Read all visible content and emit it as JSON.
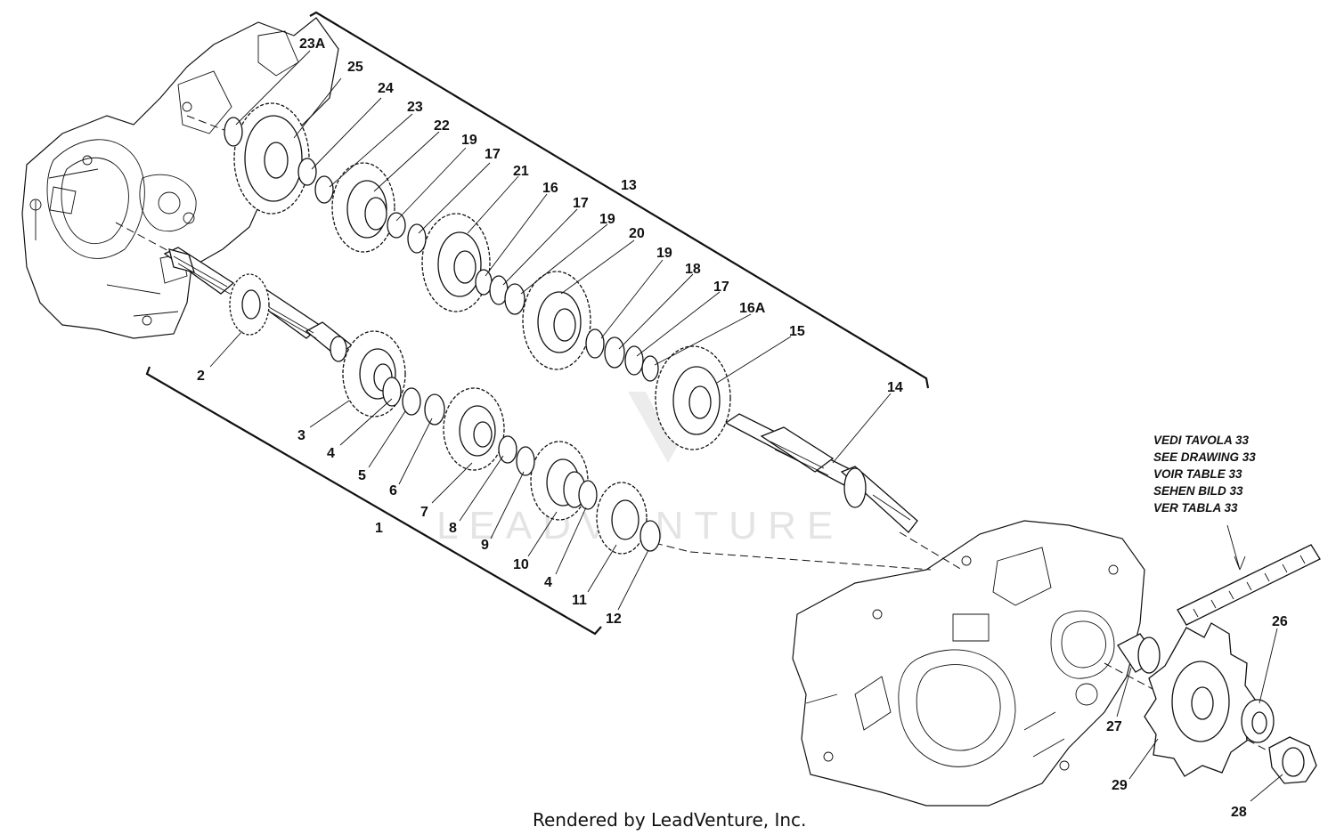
{
  "diagram": {
    "callouts": {
      "p23A": "23A",
      "p25": "25",
      "p24": "24",
      "p23": "23",
      "p22": "22",
      "p19a": "19",
      "p17a": "17",
      "p21": "21",
      "p16": "16",
      "p17b": "17",
      "p19b": "19",
      "p20": "20",
      "p13": "13",
      "p19c": "19",
      "p18": "18",
      "p17c": "17",
      "p16A": "16A",
      "p15": "15",
      "p14": "14",
      "p2": "2",
      "p3": "3",
      "p4a": "4",
      "p5": "5",
      "p6": "6",
      "p7": "7",
      "p8": "8",
      "p9": "9",
      "p10": "10",
      "p4b": "4",
      "p11": "11",
      "p12": "12",
      "p1": "1",
      "p26": "26",
      "p27": "27",
      "p28": "28",
      "p29": "29"
    },
    "reference_note": [
      "VEDI TAVOLA 33",
      "SEE DRAWING 33",
      "VOIR TABLE 33",
      "SEHEN BILD 33",
      "VER TABLA 33"
    ],
    "credit": "Rendered by LeadVenture, Inc.",
    "watermark": "LEADVENTURE"
  }
}
